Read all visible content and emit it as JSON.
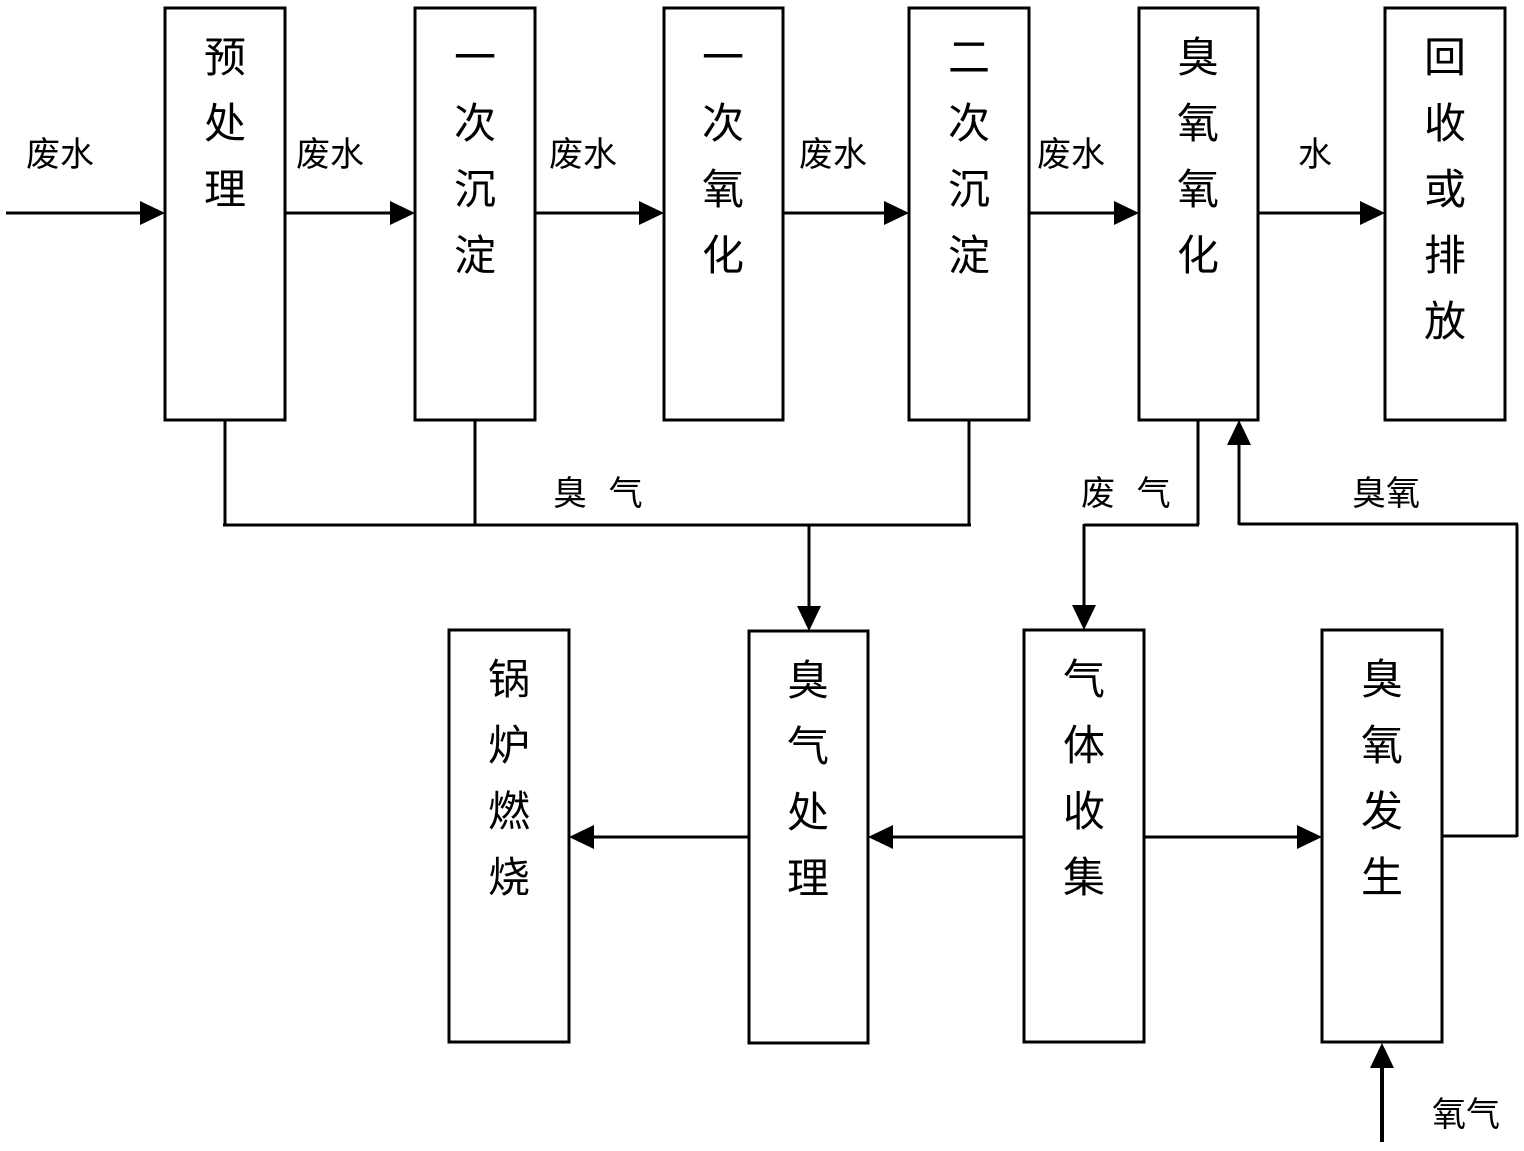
{
  "boxes": {
    "pretreatment": [
      "预",
      "处",
      "理"
    ],
    "primary_settling": [
      "一",
      "次",
      "沉",
      "淀"
    ],
    "primary_oxidation": [
      "一",
      "次",
      "氧",
      "化"
    ],
    "secondary_settling": [
      "二",
      "次",
      "沉",
      "淀"
    ],
    "ozone_oxidation": [
      "臭",
      "氧",
      "氧",
      "化"
    ],
    "recycle_discharge": [
      "回",
      "收",
      "或",
      "排",
      "放"
    ],
    "boiler_combustion": [
      "锅",
      "炉",
      "燃",
      "烧"
    ],
    "odor_treatment": [
      "臭",
      "气",
      "处",
      "理"
    ],
    "gas_collection": [
      "气",
      "体",
      "收",
      "集"
    ],
    "ozone_generation": [
      "臭",
      "氧",
      "发",
      "生"
    ]
  },
  "labels": {
    "wastewater_in": "废水",
    "wastewater_1": "废水",
    "wastewater_2": "废水",
    "wastewater_3": "废水",
    "wastewater_4": "废水",
    "water": "水",
    "odor_gas": "臭  气",
    "waste_gas": "废  气",
    "ozone": "臭氧",
    "oxygen": "氧气"
  }
}
